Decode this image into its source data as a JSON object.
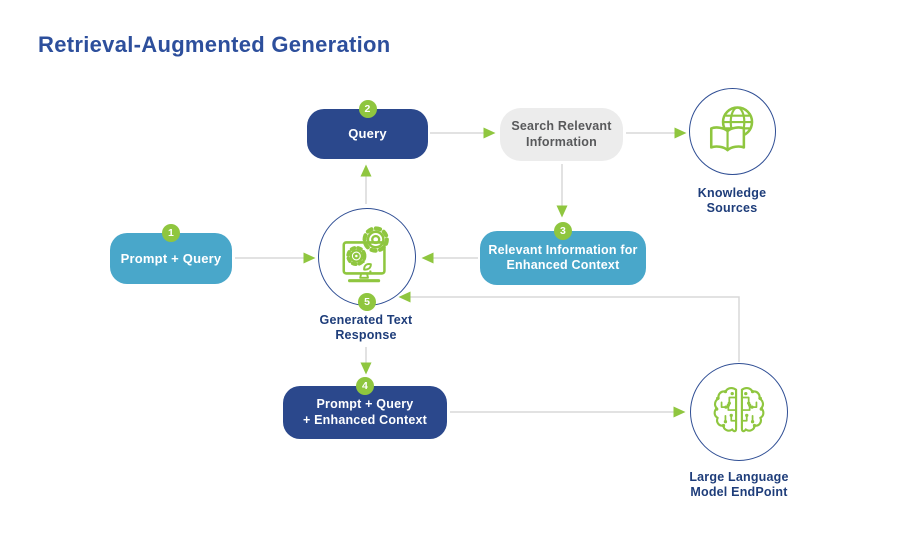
{
  "title": "Retrieval-Augmented Generation",
  "colors": {
    "navy": "#2B488C",
    "teal": "#49A7CA",
    "green": "#8FC63F",
    "gray_box": "#ECECEC",
    "gray_text": "#58595B",
    "label_navy": "#1E3D7A",
    "title_blue": "#2D4F9C",
    "circle_border": "#2F4E94",
    "arrow_gray": "#D8D8D8",
    "background": "#FFFFFF"
  },
  "nodes": {
    "prompt_query": {
      "step": "1",
      "label": "Prompt + Query"
    },
    "query": {
      "step": "2",
      "label": "Query"
    },
    "search_relevant": {
      "label": "Search Relevant\nInformation"
    },
    "knowledge_sources": {
      "label": "Knowledge\nSources",
      "icon": "globe-book-icon"
    },
    "relevant_info": {
      "step": "3",
      "label": "Relevant Information for\nEnhanced Context"
    },
    "rag_engine": {
      "step": "5",
      "label": "Generated Text\nResponse",
      "icon": "monitor-gears-icon"
    },
    "prompt_enhanced": {
      "step": "4",
      "label": "Prompt + Query\n+ Enhanced Context"
    },
    "llm_endpoint": {
      "label": "Large Language\nModel EndPoint",
      "icon": "brain-circuit-icon"
    }
  }
}
